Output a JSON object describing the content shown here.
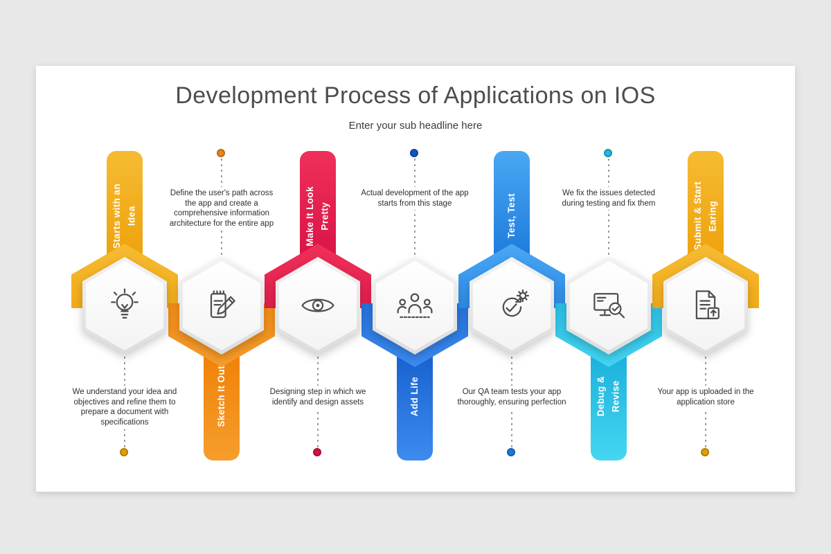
{
  "page": {
    "background": "#e8e8e8"
  },
  "slide": {
    "title": "Development Process of Applications on IOS",
    "subtitle": "Enter your sub headline here"
  },
  "steps": [
    {
      "title": "Starts with an\nIdea",
      "direction": "up",
      "description": "We understand your idea and objectives and refine them to prepare a document with specifications",
      "icon": "idea-bulb-icon",
      "colors": {
        "light": "#F6BB33",
        "dark": "#EC9D03",
        "dot": "#E2A004"
      }
    },
    {
      "title": "Sketch It Out",
      "direction": "down",
      "description": "Define the user's path across the app and create a comprehensive information architecture for the entire app",
      "icon": "sketch-notepad-icon",
      "colors": {
        "light": "#F69D2C",
        "dark": "#EE7D01",
        "dot": "#E8851A"
      }
    },
    {
      "title": "Make It Look\nPretty",
      "direction": "up",
      "description": "Designing step in which we identify and design assets",
      "icon": "design-eye-icon",
      "colors": {
        "light": "#EF3059",
        "dark": "#D40E42",
        "dot": "#D11243"
      }
    },
    {
      "title": "Add Life",
      "direction": "down",
      "description": "Actual development of the app starts from this stage",
      "icon": "development-team-icon",
      "colors": {
        "light": "#3C8BEF",
        "dark": "#1159C9",
        "dot": "#1256C4"
      }
    },
    {
      "title": "Test, Test",
      "direction": "up",
      "description": "Our QA team tests your app thoroughly, ensuring perfection",
      "icon": "testing-sprint-icon",
      "colors": {
        "light": "#4AA7F4",
        "dark": "#1372D6",
        "dot": "#1D78D9"
      }
    },
    {
      "title": "Debug &\nRevise",
      "direction": "down",
      "description": "We fix the issues detected during testing and fix them",
      "icon": "debug-monitor-icon",
      "colors": {
        "light": "#45D6F2",
        "dark": "#12A9D6",
        "dot": "#1FB9DE"
      }
    },
    {
      "title": "Submit & Start\nEaring",
      "direction": "up",
      "description": "Your app is uploaded in the application store",
      "icon": "submit-upload-icon",
      "colors": {
        "light": "#F6BB33",
        "dark": "#EC9D03",
        "dot": "#E2A004"
      }
    }
  ]
}
